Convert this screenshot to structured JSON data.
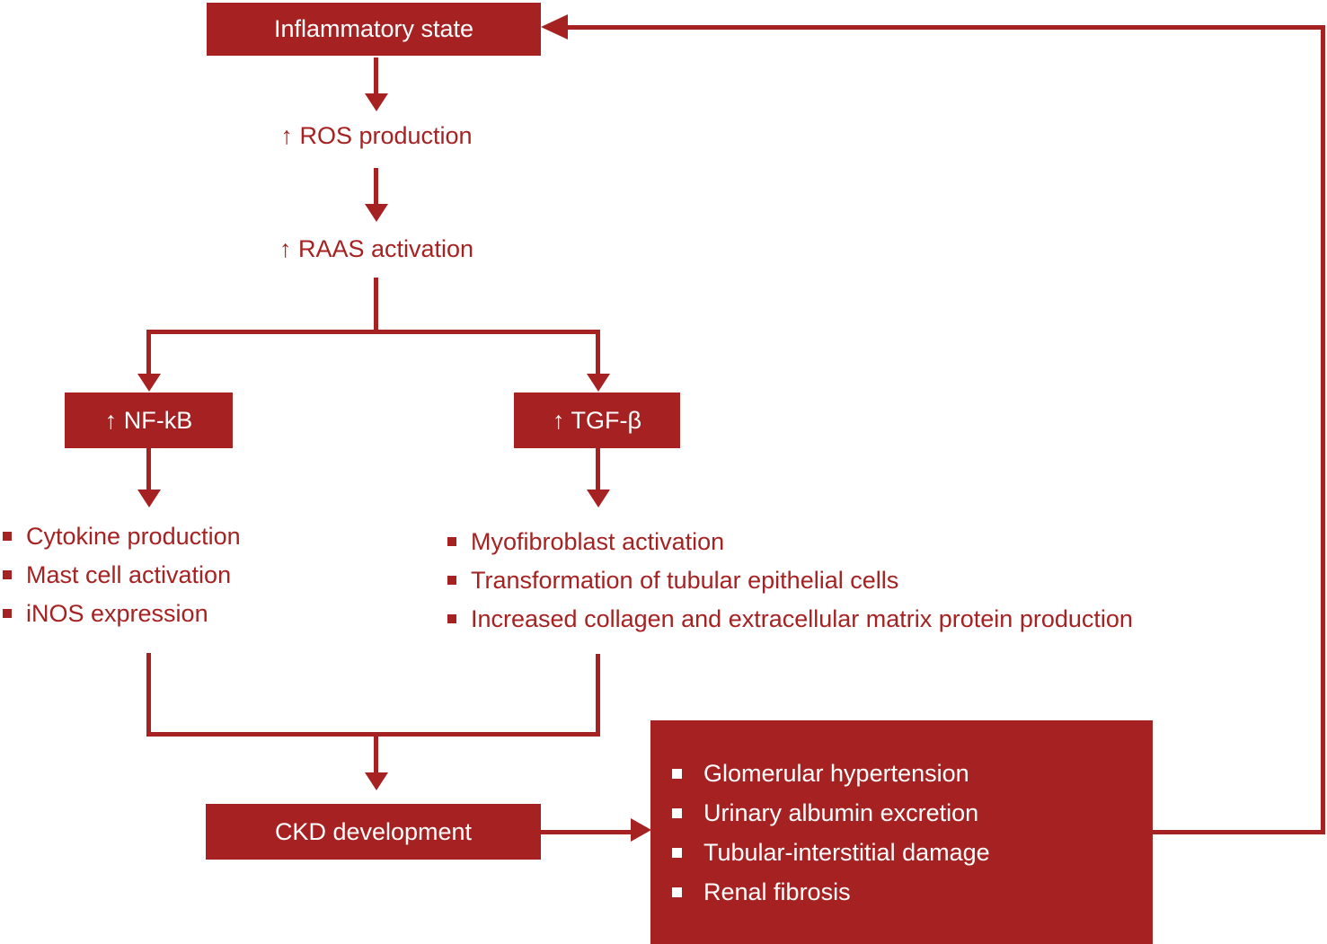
{
  "palette": {
    "red": "#A62222",
    "white": "#FFFFFF",
    "background": "#FFFFFF"
  },
  "nodes": {
    "inflammatory": "Inflammatory state",
    "ros": "↑ ROS production",
    "raas": "↑ RAAS activation",
    "nfkb": "↑ NF-kB",
    "tgfb": "↑ TGF-β",
    "ckd": "CKD development"
  },
  "nfkb_effects": [
    "Cytokine production",
    "Mast cell activation",
    "iNOS expression"
  ],
  "tgfb_effects": [
    "Myofibroblast activation",
    "Transformation of tubular epithelial cells",
    "Increased collagen and extracellular matrix protein production"
  ],
  "ckd_outcomes": [
    "Glomerular hypertension",
    "Urinary albumin excretion",
    "Tubular-interstitial damage",
    "Renal fibrosis"
  ]
}
